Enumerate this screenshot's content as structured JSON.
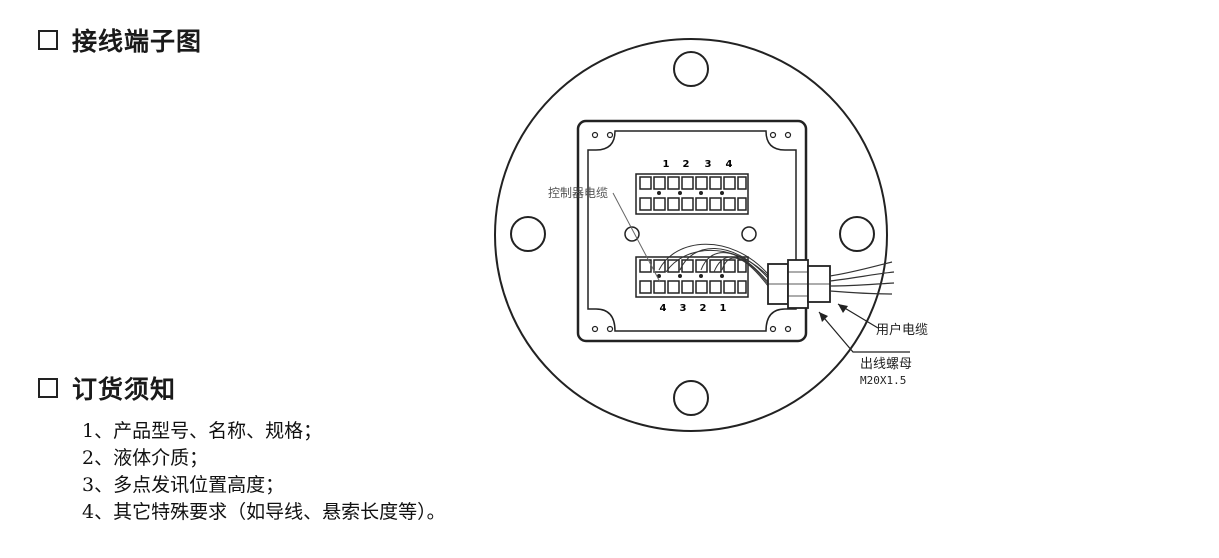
{
  "sections": [
    {
      "title": "接线端子图"
    },
    {
      "title": "订货须知"
    }
  ],
  "ordering_notes": [
    "1、产品型号、名称、规格；",
    "2、液体介质；",
    "3、多点发讯位置高度；",
    "4、其它特殊要求（如导线、悬索长度等）。"
  ],
  "diagram": {
    "labels": {
      "controller_cable": "控制器电缆",
      "user_cable": "用户电缆",
      "cable_nut": "出线螺母",
      "nut_spec": "M20X1.5"
    },
    "top_terminal_numbers": [
      "1",
      "2",
      "3",
      "4"
    ],
    "bottom_terminal_numbers": [
      "4",
      "3",
      "2",
      "1"
    ]
  }
}
